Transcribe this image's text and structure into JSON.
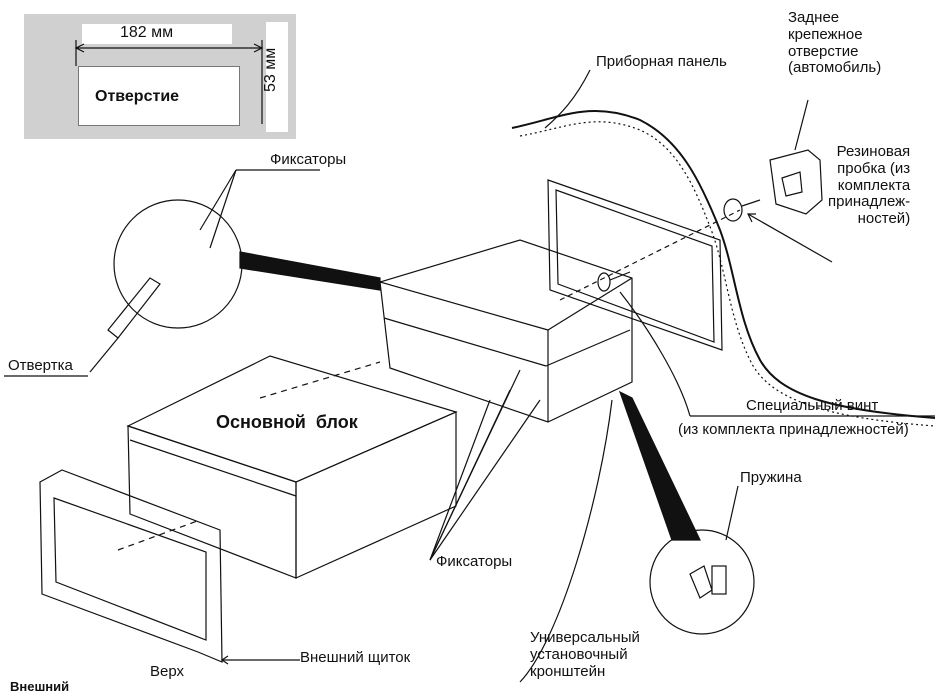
{
  "inset": {
    "width_label": "182 мм",
    "height_label": "53 мм",
    "opening_label": "Отверстие"
  },
  "labels": {
    "rear_hole": "Заднее\nкрепежное\nотверстие\n(автомобиль)",
    "dashboard": "Приборная панель",
    "rubber_plug": "Резиновая\nпробка (из\nкомплекта\nпринадлеж-\nностей)",
    "latches_top": "Фиксаторы",
    "screwdriver": "Отвертка",
    "main_unit": "Основной  блок",
    "special_screw": "Специальный винт",
    "special_screw_note": "(из комплекта принадлежностей)",
    "spring": "Пружина",
    "latches_bottom": "Фиксаторы",
    "outer_shield": "Внешний щиток",
    "universal_bracket": "Универсальный\nустановочный\nкронштейн",
    "top": "Верх",
    "outer_cut": "Внешний"
  },
  "colors": {
    "inset_bg": "#d0d0d0",
    "line": "#111111",
    "opening_fill": "#ffffff"
  }
}
